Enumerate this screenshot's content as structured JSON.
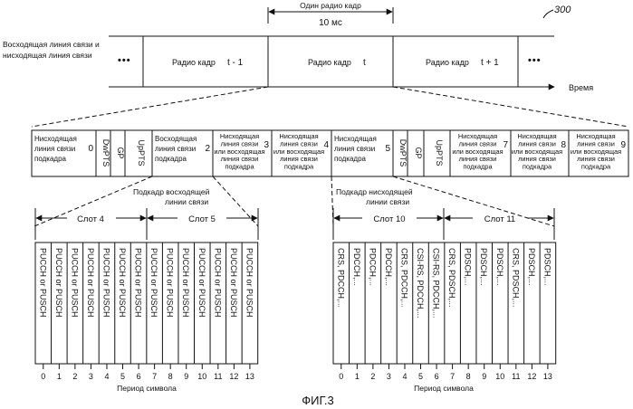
{
  "ref_number": "300",
  "frame": {
    "span_label": "Один радио кадр",
    "duration": "10 мс",
    "link_label_line1": "Восходящая линия связи и",
    "link_label_line2": "нисходящая линия связи",
    "ellipsis": "•••",
    "time_label": "Время",
    "frames": [
      {
        "name": "Радио кадр",
        "index": "t - 1"
      },
      {
        "name": "Радио кадр",
        "index": "t"
      },
      {
        "name": "Радио кадр",
        "index": "t + 1"
      }
    ]
  },
  "subframes": [
    {
      "lines": [
        "Нисходящая",
        "линия связи",
        "подкадра"
      ],
      "num": "0"
    },
    {
      "lines": [
        "Восходящая",
        "линия связи",
        "подкадра"
      ],
      "num": "2"
    },
    {
      "lines": [
        "Нисходящая",
        "линия связи",
        "или восходящая",
        "линия связи",
        "подкадра"
      ],
      "num": "3"
    },
    {
      "lines": [
        "Нисходящая",
        "линия связи",
        "или восходящая",
        "линия связи",
        "подкадра"
      ],
      "num": "4"
    },
    {
      "lines": [
        "Нисходящая",
        "линия связи",
        "подкадра"
      ],
      "num": "5"
    },
    {
      "lines": [
        "Нисходящая",
        "линия связи",
        "или восходящая",
        "линия связи",
        "подкадра"
      ],
      "num": "7"
    },
    {
      "lines": [
        "Нисходящая",
        "линия связи",
        "или восходящая",
        "линия связи",
        "подкадра"
      ],
      "num": "8"
    },
    {
      "lines": [
        "Нисходящая",
        "линия связи",
        "или восходящая",
        "линия связи",
        "подкадра"
      ],
      "num": "9"
    }
  ],
  "special_fields": [
    "DwPTS",
    "GP",
    "UpPTS",
    "DwPTS",
    "GP",
    "UpPTS"
  ],
  "uplink": {
    "title_line1": "Подкадр восходящей",
    "title_line2": "линии связи",
    "slots": [
      "Слот 4",
      "Слот 5"
    ],
    "symbols": [
      "PUCCH or PUSCH",
      "PUCCH or PUSCH",
      "PUCCH or PUSCH",
      "PUCCH or PUSCH",
      "PUCCH or PUSCH",
      "PUCCH or PUSCH",
      "PUCCH or PUSCH",
      "PUCCH or PUSCH",
      "PUCCH or PUSCH",
      "PUCCH or PUSCH",
      "PUCCH or PUSCH",
      "PUCCH or PUSCH",
      "PUCCH or PUSCH",
      "PUCCH or PUSCH"
    ],
    "indices": [
      "0",
      "1",
      "2",
      "3",
      "4",
      "5",
      "6",
      "7",
      "8",
      "9",
      "10",
      "11",
      "12",
      "13"
    ],
    "axis_label": "Период символа"
  },
  "downlink": {
    "title_line1": "Подкадр нисходящей",
    "title_line2": "линии связи",
    "slots": [
      "Слот 10",
      "Слот 11"
    ],
    "symbols": [
      "CRS, PDCCH,...",
      "PDCCH,...",
      "PDCCH,...",
      "PDCCH,...",
      "CRS, PDCCH,...",
      "CSI-RS, PDCCH,...",
      "CSI-RS, PDCCH,...",
      "CRS, PDSCH,...",
      "PDSCH,...",
      "PDSCH,...",
      "PDSCH,...",
      "CRS, PDSCH,...",
      "PDSCH,...",
      "PDSCH,..."
    ],
    "indices": [
      "0",
      "1",
      "2",
      "3",
      "4",
      "5",
      "6",
      "7",
      "8",
      "9",
      "10",
      "11",
      "12",
      "13"
    ],
    "axis_label": "Период символа"
  },
  "figure_caption": "ФИГ.3"
}
